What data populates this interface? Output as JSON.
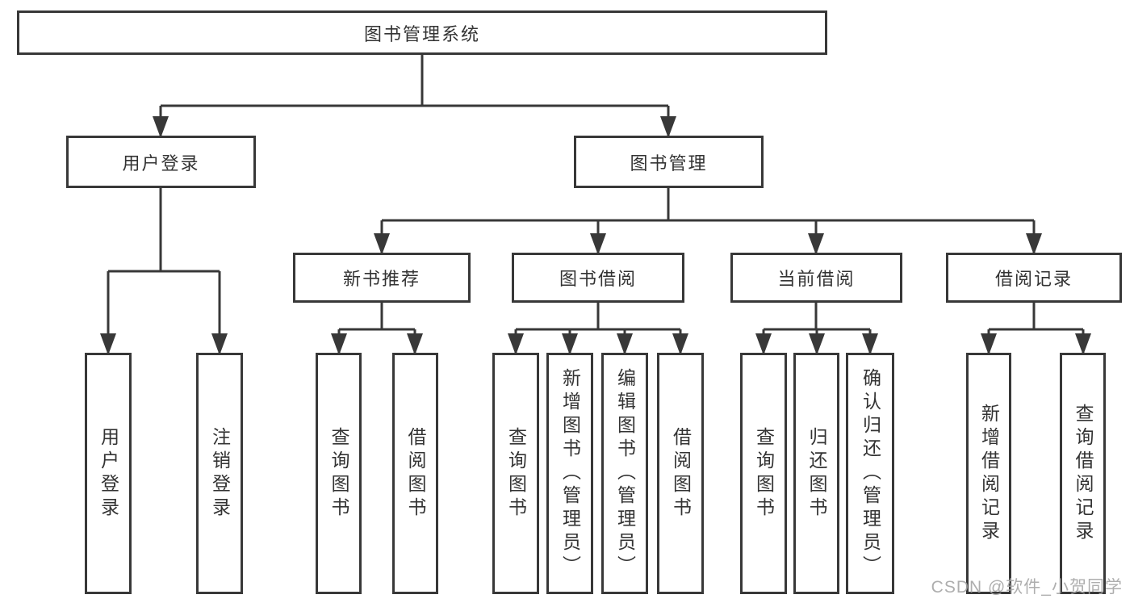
{
  "title": "图书管理系统",
  "colors": {
    "line": "#383838",
    "text": "#333333",
    "background": "#ffffff",
    "watermark": "#a5a5a5"
  },
  "tree": {
    "label": "图书管理系统",
    "children": [
      {
        "label": "用户登录",
        "children": [
          {
            "label": "用户登录"
          },
          {
            "label": "注销登录"
          }
        ]
      },
      {
        "label": "图书管理",
        "children": [
          {
            "label": "新书推荐",
            "children": [
              {
                "label": "查询图书"
              },
              {
                "label": "借阅图书"
              }
            ]
          },
          {
            "label": "图书借阅",
            "children": [
              {
                "label": "查询图书"
              },
              {
                "label": "新增图书（管理员）"
              },
              {
                "label": "编辑图书（管理员）"
              },
              {
                "label": "借阅图书"
              }
            ]
          },
          {
            "label": "当前借阅",
            "children": [
              {
                "label": "查询图书"
              },
              {
                "label": "归还图书"
              },
              {
                "label": "确认归还（管理员）"
              }
            ]
          },
          {
            "label": "借阅记录",
            "children": [
              {
                "label": "新增借阅记录"
              },
              {
                "label": "查询借阅记录"
              }
            ]
          }
        ]
      }
    ]
  },
  "watermark": {
    "text": "CSDN @软件_小贺同学"
  }
}
